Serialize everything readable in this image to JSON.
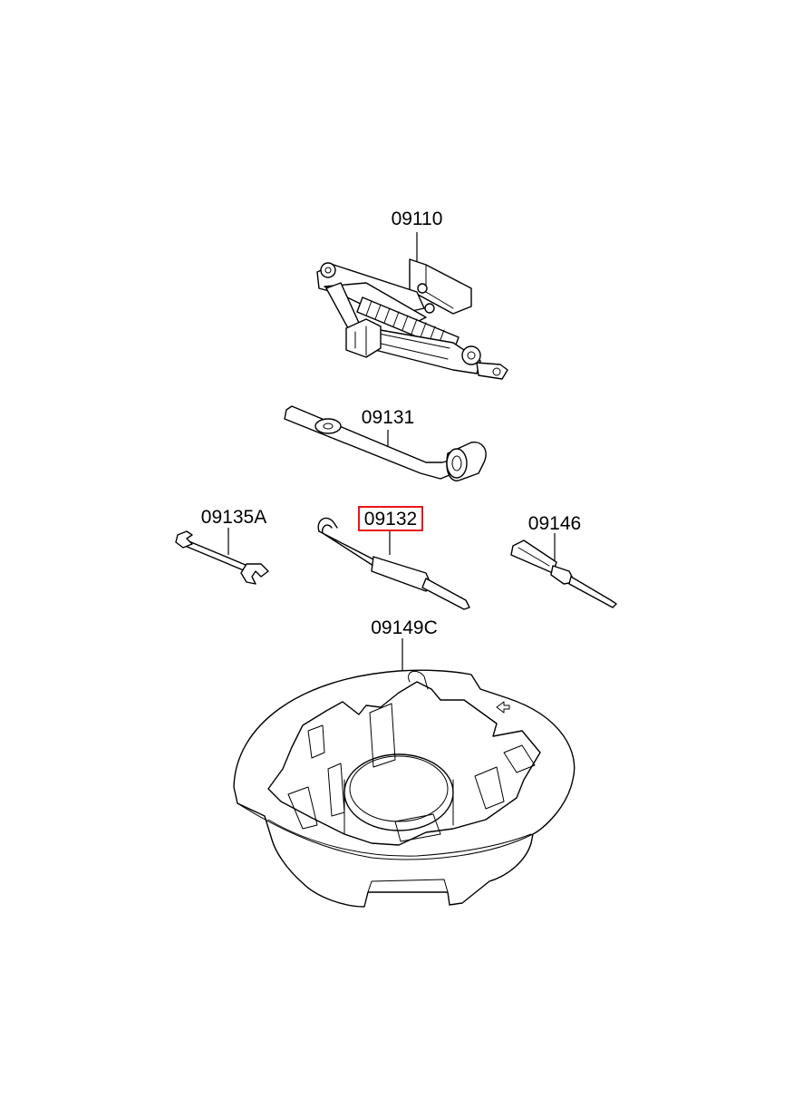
{
  "parts": [
    {
      "id": "jack",
      "label": "09110"
    },
    {
      "id": "wrench-handle",
      "label": "09131"
    },
    {
      "id": "spanner",
      "label": "09135A"
    },
    {
      "id": "towing-hook",
      "label": "09132",
      "highlighted": true
    },
    {
      "id": "screwdriver",
      "label": "09146"
    },
    {
      "id": "tool-tray",
      "label": "09149C"
    }
  ],
  "highlight_color": "#e8141c"
}
